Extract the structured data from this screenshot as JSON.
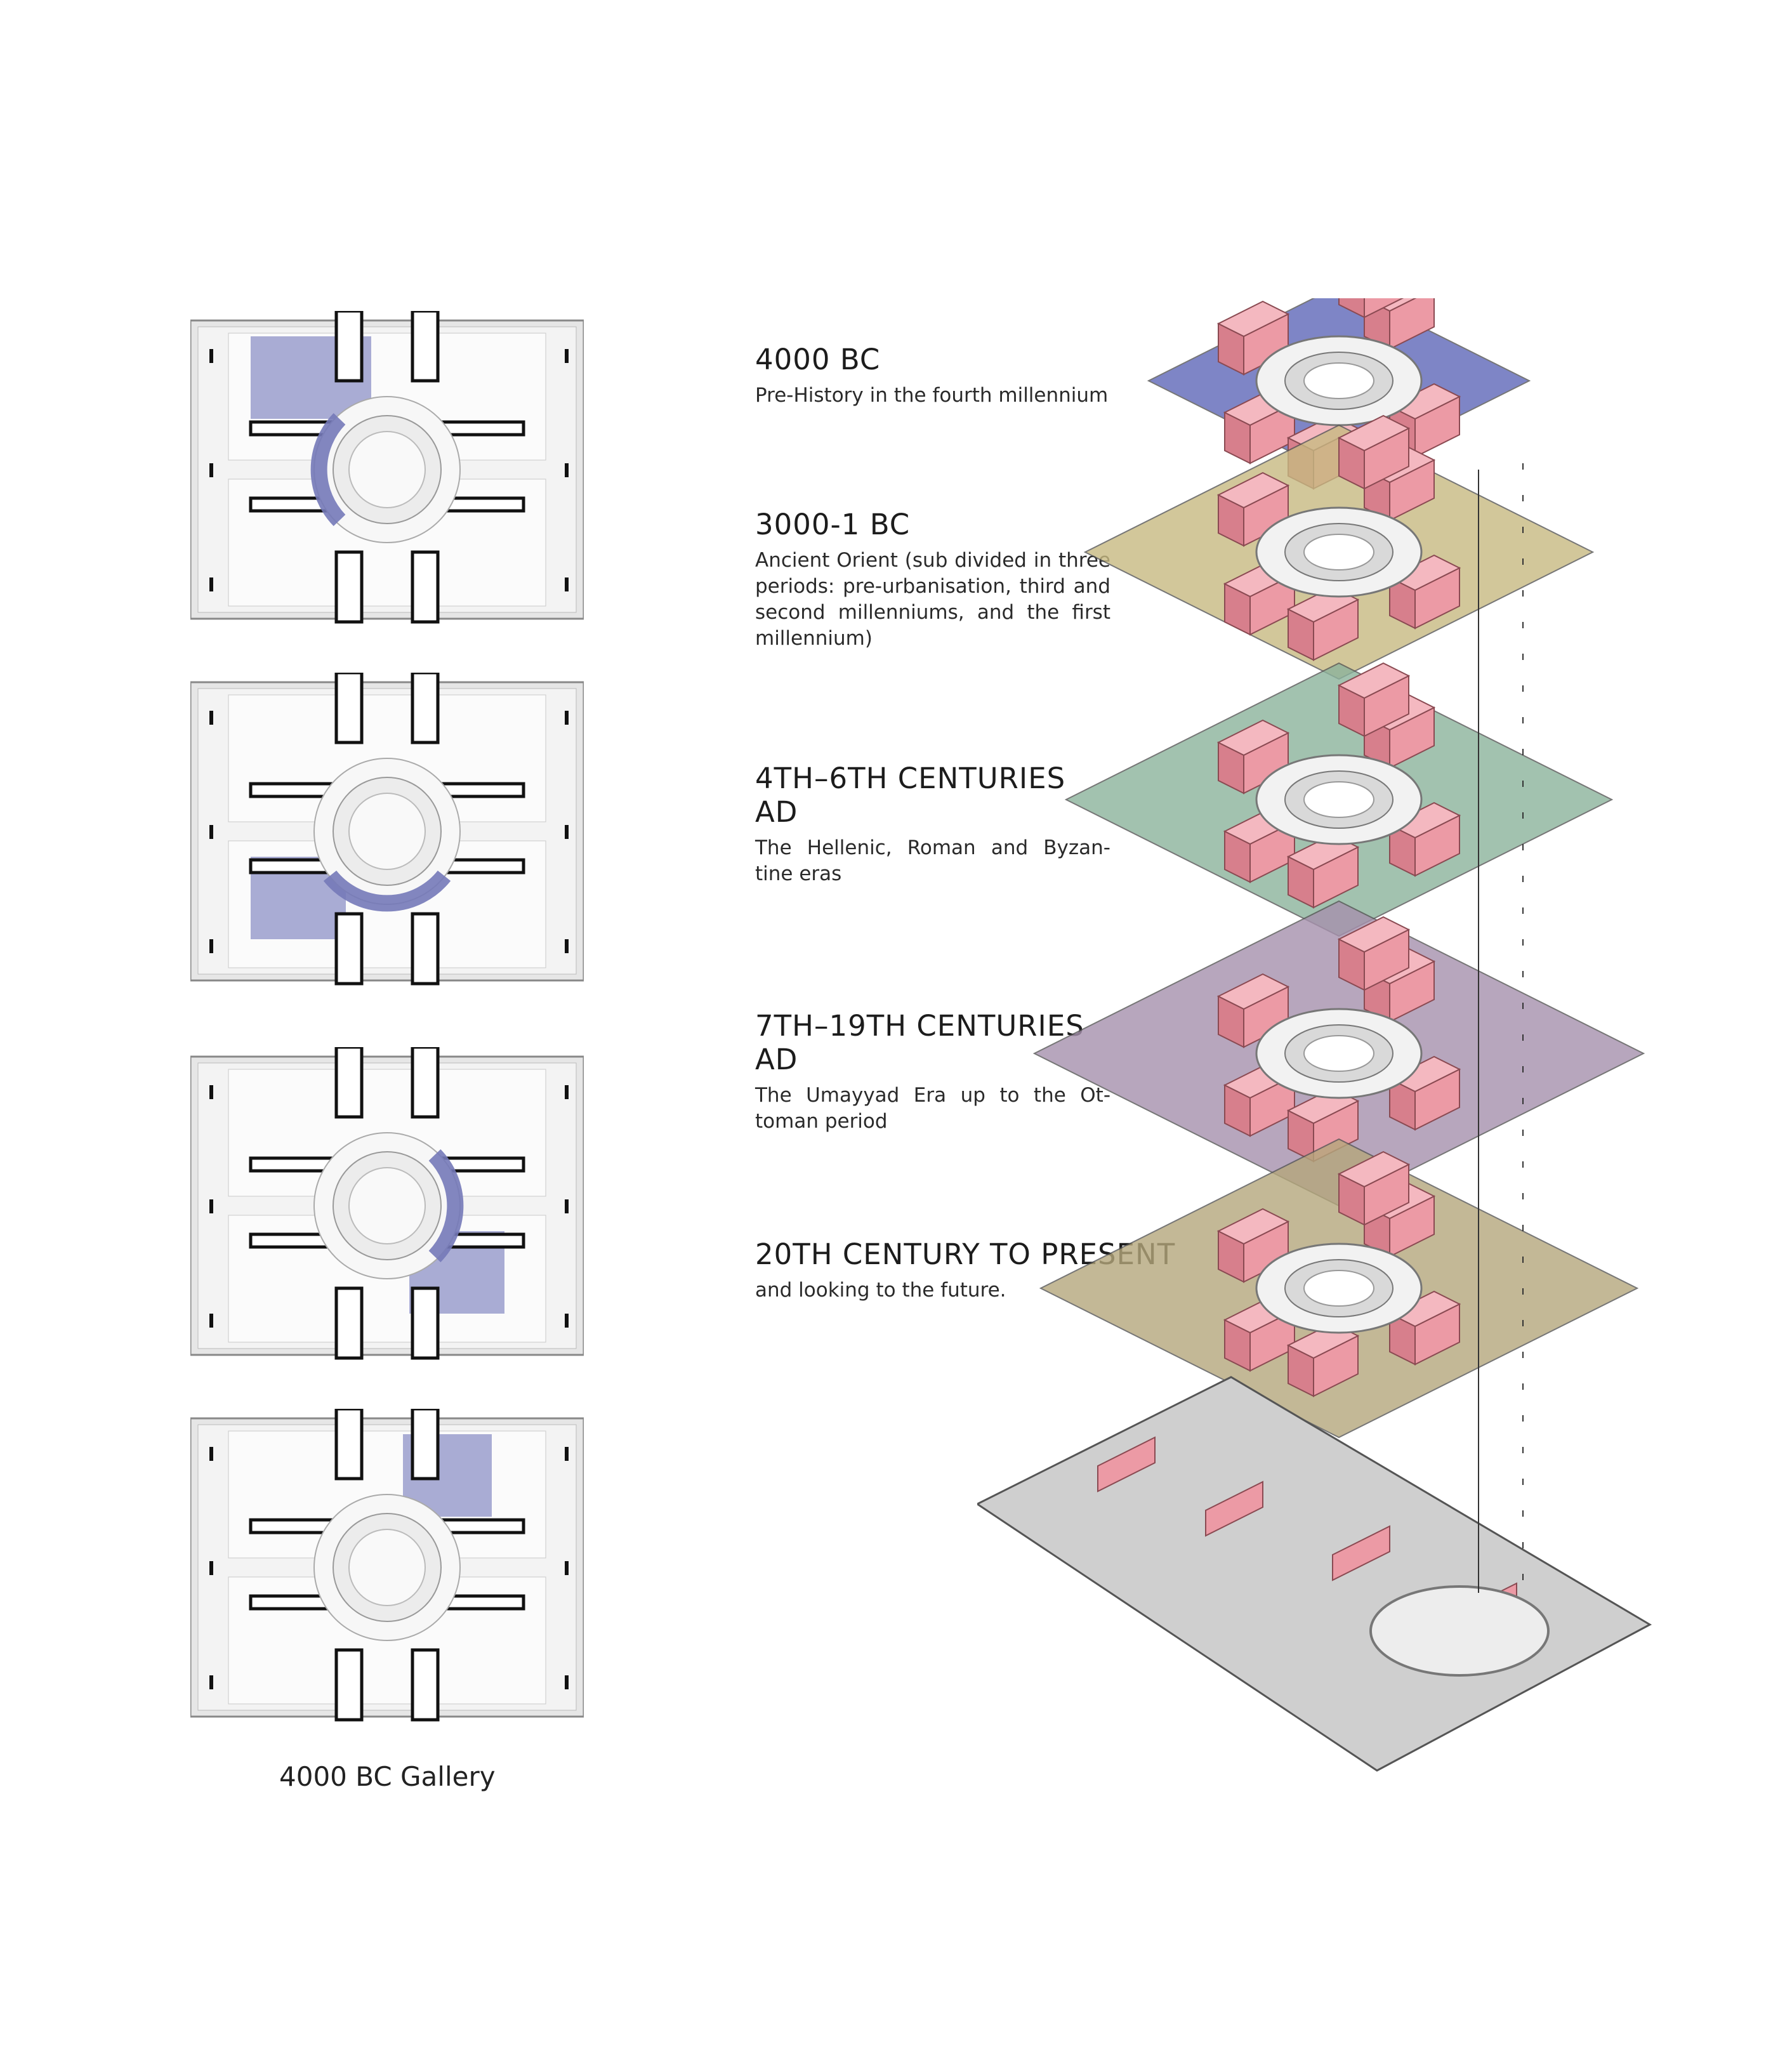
{
  "caption": "4000 BC Gallery",
  "eras": [
    {
      "title": "4000 BC",
      "desc": "Pre-History in the fourth millennium",
      "color": "#5f67b8"
    },
    {
      "title": "3000-1 BC",
      "desc": "Ancient Orient (sub divided in three periods: pre-urbanisation, third and second millenniums, and the first millennium)",
      "color": "#c8ba82"
    },
    {
      "title": "4TH–6TH CENTURIES AD",
      "desc": "The Hellenic, Roman and Byzan-tine eras",
      "color": "#8cb39c"
    },
    {
      "title": "7TH–19TH CENTURIES AD",
      "desc": "The Umayyad Era up to the Ot-toman period",
      "color": "#a691ad"
    },
    {
      "title": "20TH CENTURY TO PRESENT",
      "desc": "and looking to the future.",
      "color": "#b5a77c"
    }
  ],
  "colors": {
    "gallery_highlight": "#9a9dcc",
    "wall_pink": "#ec9aa5",
    "ground": "#cfcfcf"
  }
}
